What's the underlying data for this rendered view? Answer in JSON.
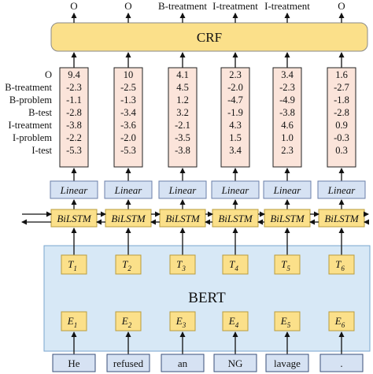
{
  "output_labels": [
    "O",
    "O",
    "B-treatment",
    "I-treatment",
    "I-treatment",
    "O"
  ],
  "crf_label": "CRF",
  "row_labels": [
    "O",
    "B-treatment",
    "B-problem",
    "B-test",
    "I-treatment",
    "I-problem",
    "I-test"
  ],
  "score_columns": [
    [
      "9.4",
      "-2.3",
      "-1.1",
      "-2.8",
      "-3.8",
      "-2.2",
      "-5.3"
    ],
    [
      "10",
      "-2.5",
      "-1.3",
      "-3.4",
      "-3.6",
      "-2.0",
      "-5.3"
    ],
    [
      "4.1",
      "4.5",
      "1.2",
      "3.2",
      "-2.1",
      "-3.5",
      "-3.8"
    ],
    [
      "2.3",
      "-2.0",
      "-4.7",
      "-1.9",
      "4.3",
      "1.5",
      "3.4"
    ],
    [
      "3.4",
      "-2.3",
      "-4.9",
      "-3.8",
      "4.6",
      "1.0",
      "2.3"
    ],
    [
      "1.6",
      "-2.7",
      "-1.8",
      "-2.8",
      "0.9",
      "-0.3",
      "0.3"
    ]
  ],
  "linear_label": "Linear",
  "bilstm_label": "BiLSTM",
  "bert_label": "BERT",
  "t_subscripts": [
    "1",
    "2",
    "3",
    "4",
    "5",
    "6"
  ],
  "e_subscripts": [
    "1",
    "2",
    "3",
    "4",
    "5",
    "6"
  ],
  "t_letter": "T",
  "e_letter": "E",
  "input_tokens": [
    "He",
    "refused",
    "an",
    "NG",
    "lavage",
    "."
  ],
  "colors": {
    "crf_fill": "#fbe08a",
    "crf_stroke": "#8a8a8a",
    "score_fill": "#fbe4da",
    "score_stroke": "#222222",
    "linear_fill": "#d6e2f3",
    "linear_stroke": "#6b7fa8",
    "bilstm_fill": "#fbe08a",
    "bilstm_stroke": "#b89d3d",
    "bert_fill": "#d7e8f6",
    "bert_stroke": "#7aa6cf",
    "te_fill": "#fbe08a",
    "te_stroke": "#b89d3d",
    "token_fill": "#d6e2f3",
    "token_stroke": "#3a4f78"
  }
}
